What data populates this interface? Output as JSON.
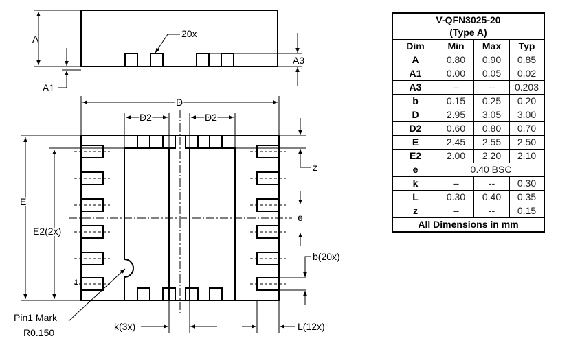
{
  "side_view": {
    "label_A": "A",
    "label_A1": "A1",
    "label_A3": "A3",
    "label_20x": "20x"
  },
  "bottom_view": {
    "label_D": "D",
    "label_D2_left": "D2",
    "label_D2_right": "D2",
    "label_E": "E",
    "label_E2": "E2(2x)",
    "label_z": "z",
    "label_e": "e",
    "label_b": "b(20x)",
    "label_pin1": "1",
    "label_pin1_mark": "Pin1 Mark",
    "label_radius": "R0.150",
    "label_k": "k(3x)",
    "label_L": "L(12x)"
  },
  "table": {
    "title_line1": "V-QFN3025-20",
    "title_line2": "(Type A)",
    "headers": [
      "Dim",
      "Min",
      "Max",
      "Typ"
    ],
    "rows": [
      {
        "dim": "A",
        "min": "0.80",
        "max": "0.90",
        "typ": "0.85"
      },
      {
        "dim": "A1",
        "min": "0.00",
        "max": "0.05",
        "typ": "0.02"
      },
      {
        "dim": "A3",
        "min": "--",
        "max": "--",
        "typ": "0.203"
      },
      {
        "dim": "b",
        "min": "0.15",
        "max": "0.25",
        "typ": "0.20"
      },
      {
        "dim": "D",
        "min": "2.95",
        "max": "3.05",
        "typ": "3.00"
      },
      {
        "dim": "D2",
        "min": "0.60",
        "max": "0.80",
        "typ": "0.70"
      },
      {
        "dim": "E",
        "min": "2.45",
        "max": "2.55",
        "typ": "2.50"
      },
      {
        "dim": "E2",
        "min": "2.00",
        "max": "2.20",
        "typ": "2.10"
      },
      {
        "dim": "k",
        "min": "--",
        "max": "--",
        "typ": "0.30"
      },
      {
        "dim": "L",
        "min": "0.30",
        "max": "0.40",
        "typ": "0.35"
      },
      {
        "dim": "z",
        "min": "--",
        "max": "--",
        "typ": "0.15"
      }
    ],
    "row_e": {
      "dim": "e",
      "value": "0.40 BSC"
    },
    "footer": "All Dimensions in mm"
  }
}
